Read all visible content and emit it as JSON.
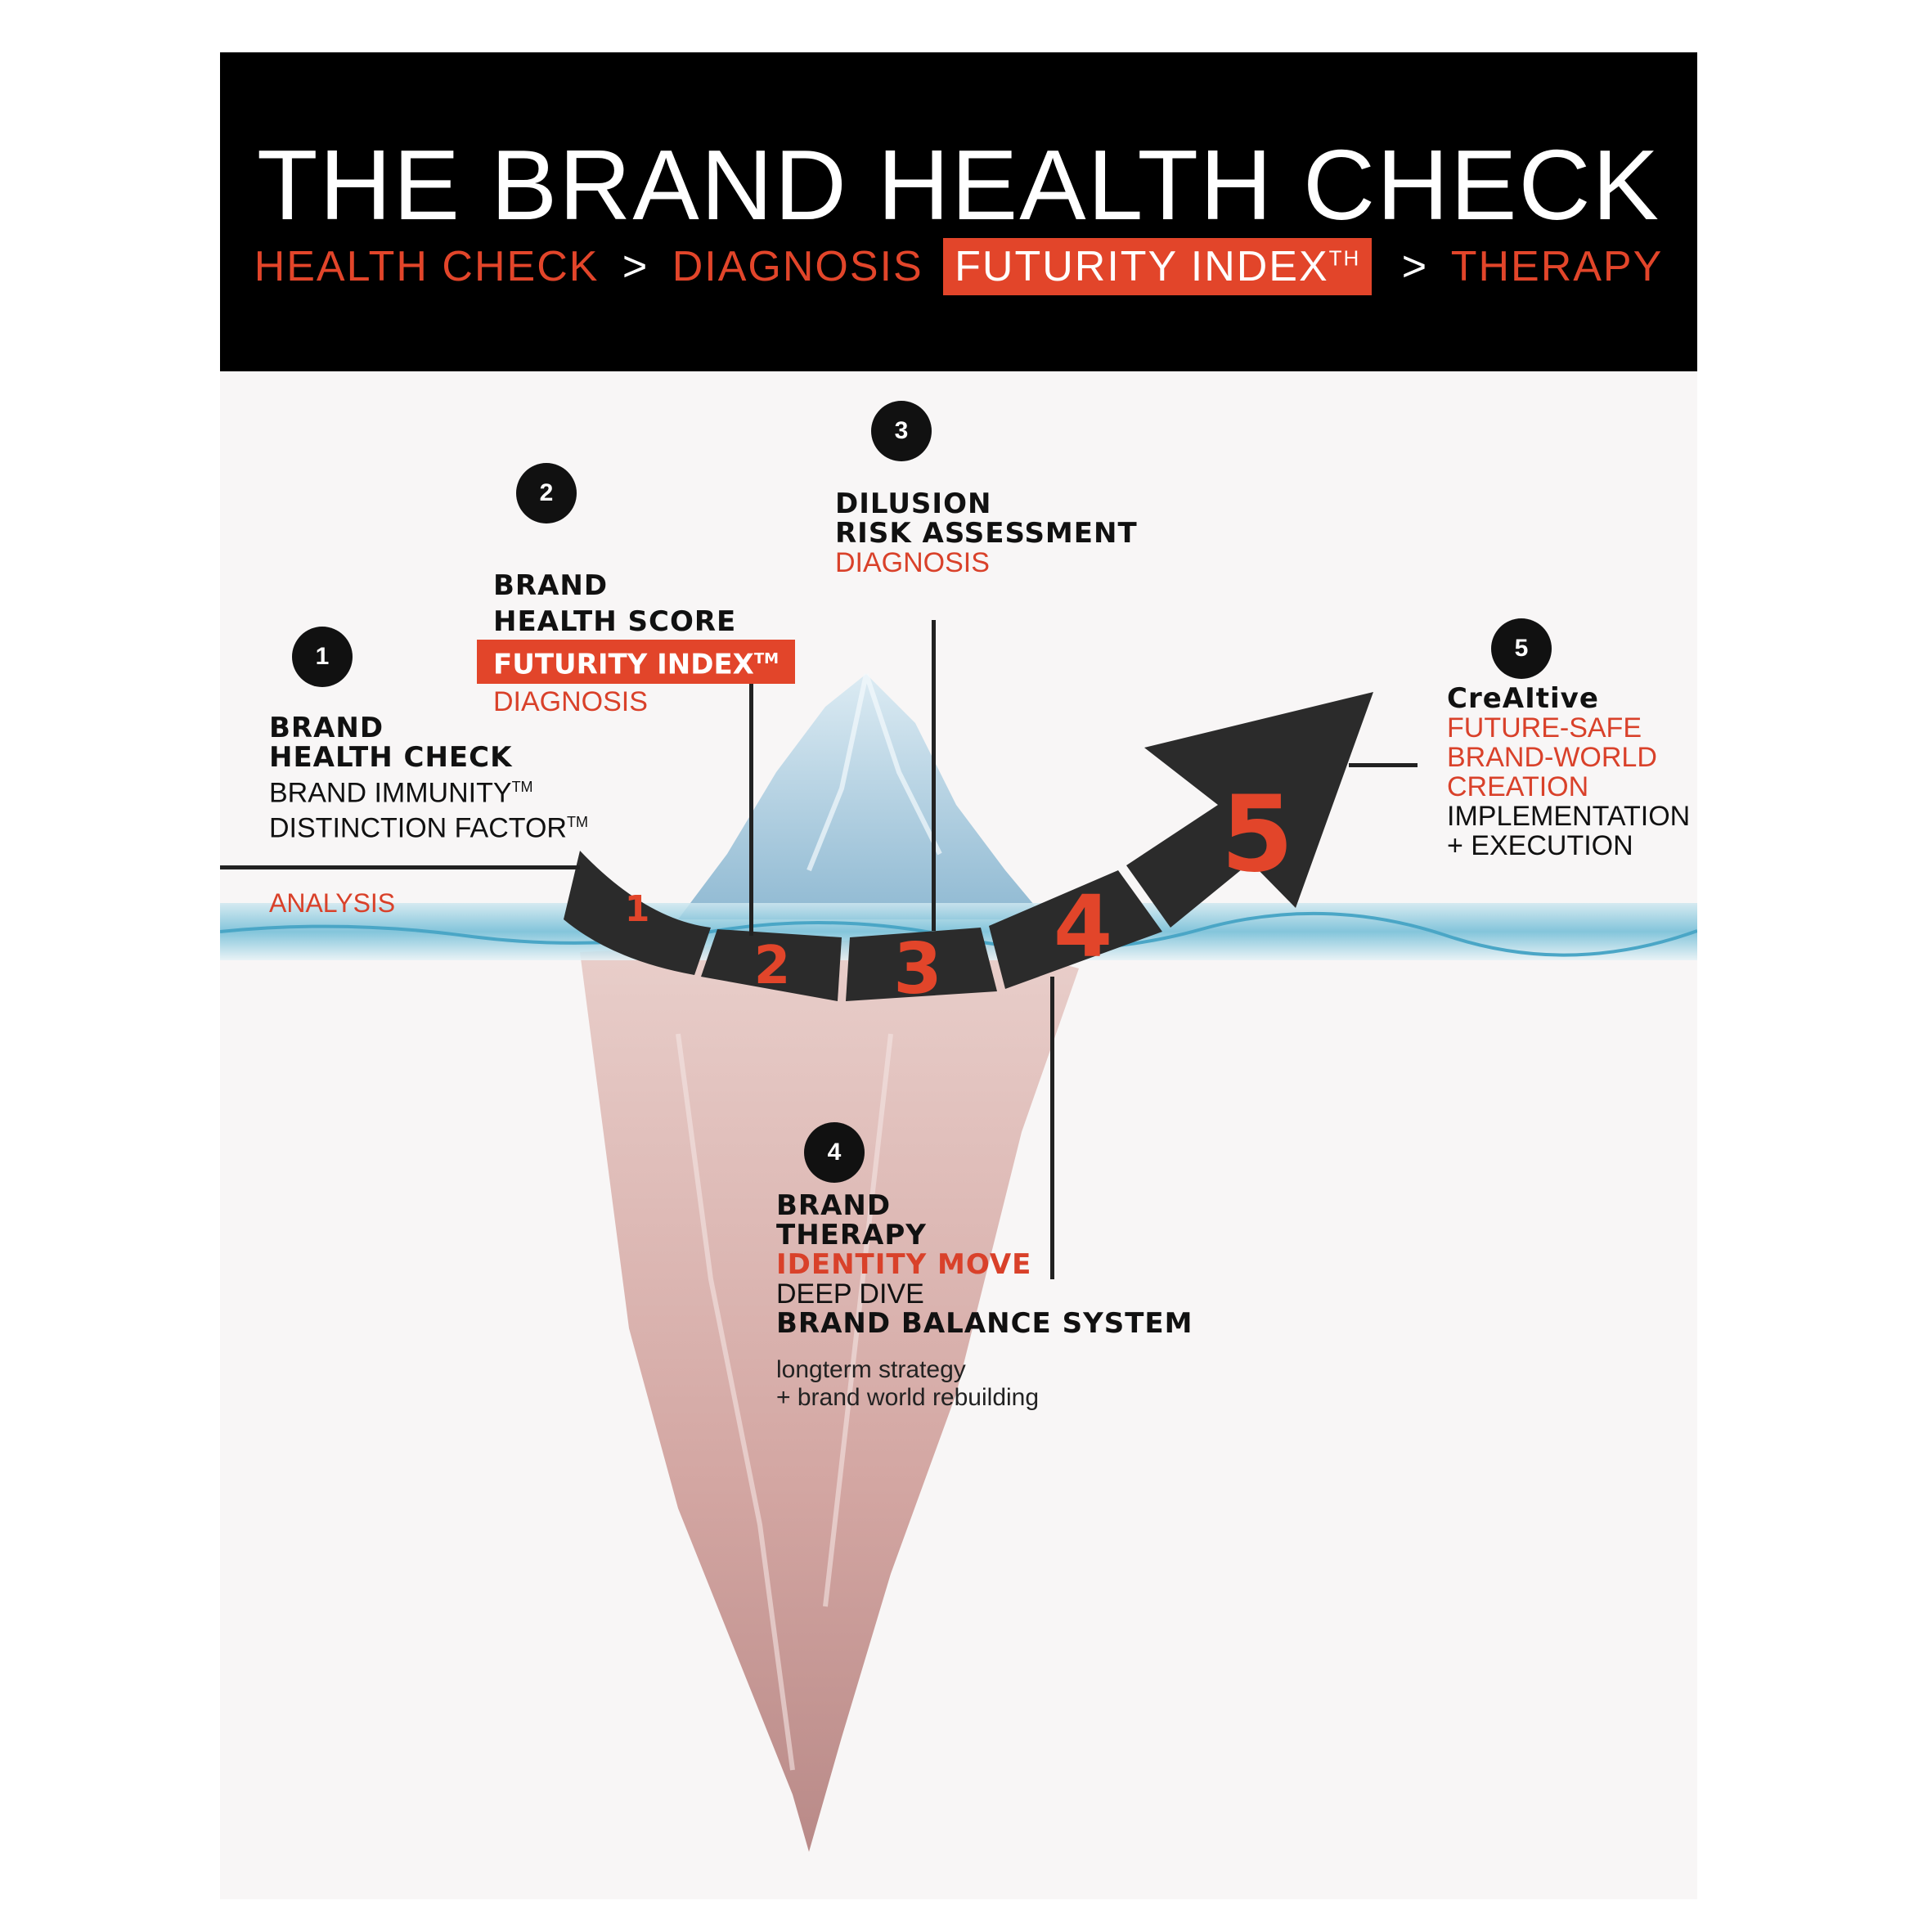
{
  "header": {
    "title": "THE BRAND HEALTH CHECK",
    "flow": {
      "step1": "HEALTH CHECK",
      "sep1": ">",
      "step2": "DIAGNOSIS",
      "step3": "FUTURITY INDEX",
      "step3_mark": "TH",
      "sep2": ">",
      "step4": "THERAPY"
    }
  },
  "arrow_segments": [
    "1",
    "2",
    "3",
    "4",
    "5"
  ],
  "stages": [
    {
      "badge": "1",
      "title_line1": "BRAND",
      "title_line2": "HEALTH CHECK",
      "line3": "BRAND IMMUNITY",
      "line3_mark": "TM",
      "line4": "DISTINCTION FACTOR",
      "line4_mark": "TM",
      "note": "ANALYSIS"
    },
    {
      "badge": "2",
      "title_line1": "BRAND",
      "title_line2": "HEALTH SCORE",
      "tag": "FUTURITY INDEX",
      "tag_mark": "TM",
      "line4": "DIAGNOSIS"
    },
    {
      "badge": "3",
      "title_line1": "DILUSION",
      "title_line2": "RISK ASSESSMENT",
      "line3": "DIAGNOSIS"
    },
    {
      "badge": "4",
      "title_line1": "BRAND",
      "title_line2": "THERAPY",
      "line3": "IDENTITY MOVE",
      "line4": "DEEP DIVE",
      "line5": "BRAND BALANCE SYSTEM",
      "note1": "longterm strategy",
      "note2": "+ brand world rebuilding"
    },
    {
      "badge": "5",
      "title_line1": "CreAItive",
      "line2": "FUTURE-SAFE",
      "line3": "BRAND-WORLD",
      "line4": "CREATION",
      "line5": "IMPLEMENTATION",
      "line6": "+ EXECUTION"
    }
  ],
  "colors": {
    "accent": "#e2452a",
    "header_bg": "#000000",
    "arrow": "#2b2b2b",
    "ice_top": "#a9cde0",
    "ice_bottom": "#d9aaa6",
    "water": "#7ac4da"
  }
}
